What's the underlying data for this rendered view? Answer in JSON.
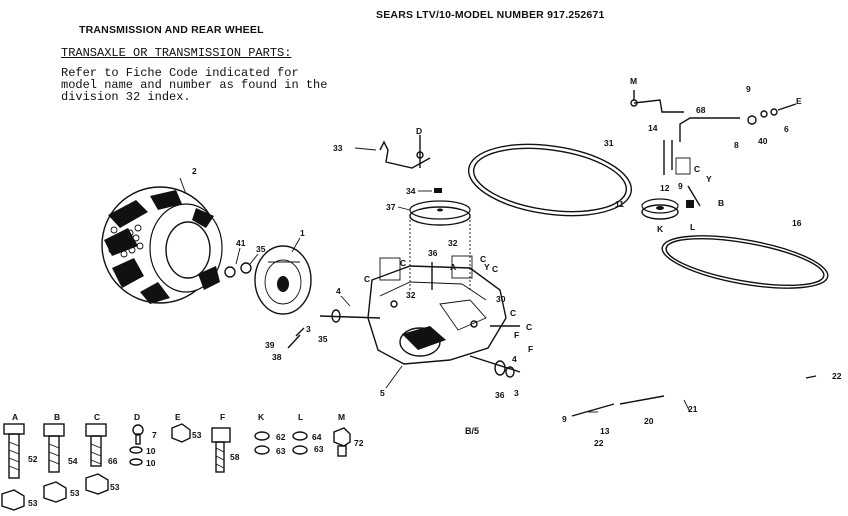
{
  "header": {
    "title": "TRANSMISSION AND REAR WHEEL",
    "model": "SEARS LTV/10-MODEL NUMBER 917.252671"
  },
  "notes": {
    "subtitle": "TRANSAXLE OR TRANSMISSION PARTS:",
    "line1": "Refer to Fiche Code indicated for",
    "line2": "model name and number as found in the",
    "line3": "division 32 index."
  },
  "page_code": "B/5",
  "callouts": {
    "n1": "1",
    "n2": "2",
    "n3a": "3",
    "n3b": "3",
    "n4a": "4",
    "n4b": "4",
    "n5": "5",
    "n6": "6",
    "n8": "8",
    "n9a": "9",
    "n9b": "9",
    "n9c": "9",
    "n11": "11",
    "n12": "12",
    "n13": "13",
    "n14": "14",
    "n16": "16",
    "n20": "20",
    "n21": "21",
    "n22a": "22",
    "n22b": "22",
    "n30": "30",
    "n31": "31",
    "n32a": "32",
    "n32b": "32",
    "n33": "33",
    "n34": "34",
    "n35a": "35",
    "n35b": "35",
    "n36a": "36",
    "n36b": "36",
    "n37": "37",
    "n38": "38",
    "n39": "39",
    "n40": "40",
    "n41": "41",
    "n68": "68",
    "lD": "D",
    "lM": "M",
    "lE": "E",
    "lB": "B",
    "lK": "K",
    "lL": "L",
    "lC1": "C",
    "lC2": "C",
    "lC3": "C",
    "lC4": "C",
    "lC5": "C",
    "lC6": "C",
    "lC7": "C",
    "lY": "Y",
    "lA": "A",
    "lF": "F",
    "lF2": "F",
    "lY2": "Y"
  },
  "hardware": [
    {
      "letter": "A",
      "parts": "52",
      "parts2": "53"
    },
    {
      "letter": "B",
      "parts": "54",
      "parts2": "53"
    },
    {
      "letter": "C",
      "parts": "66",
      "parts2": "53"
    },
    {
      "letter": "D",
      "parts": "7",
      "parts2": "10",
      "parts3": "10"
    },
    {
      "letter": "E",
      "parts": "53"
    },
    {
      "letter": "F",
      "parts": "58"
    },
    {
      "letter": "K",
      "parts": "62",
      "parts2": "63"
    },
    {
      "letter": "L",
      "parts": "64",
      "parts2": "63"
    },
    {
      "letter": "M",
      "parts": "72"
    }
  ]
}
